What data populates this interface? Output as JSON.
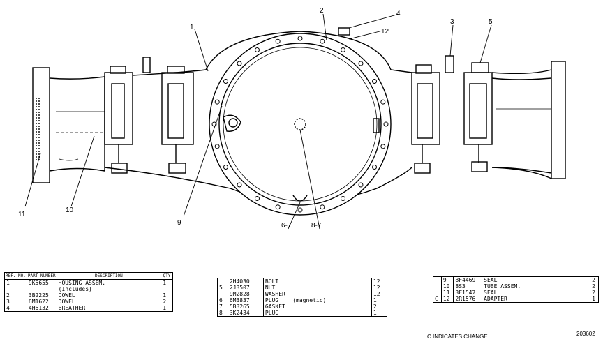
{
  "callouts": [
    {
      "label": "1"
    },
    {
      "label": "2"
    },
    {
      "label": "4"
    },
    {
      "label": "12"
    },
    {
      "label": "3"
    },
    {
      "label": "5"
    },
    {
      "label": "9"
    },
    {
      "label": "10"
    },
    {
      "label": "11"
    },
    {
      "label": "6-7"
    },
    {
      "label": "8-7"
    }
  ],
  "table1": {
    "headers": {
      "ref": "REF. NO.",
      "part": "PART NUMBER",
      "desc": "DESCRIPTION",
      "qty": "QTY"
    },
    "rows": [
      {
        "ref": "1",
        "part": "9K5655",
        "desc": "HOUSING ASSEM.",
        "qty": "1"
      },
      {
        "ref": "",
        "part": "",
        "desc": "(Includes)",
        "qty": ""
      },
      {
        "ref": "2",
        "part": "3B2225",
        "desc": "DOWEL",
        "qty": "1"
      },
      {
        "ref": "3",
        "part": "6M1622",
        "desc": "DOWEL",
        "qty": "2"
      },
      {
        "ref": "4",
        "part": "4H6132",
        "desc": "BREATHER",
        "qty": "1"
      }
    ]
  },
  "table2": {
    "rows": [
      {
        "ref": "",
        "part": "2H4030",
        "desc": "BOLT",
        "qty": "12"
      },
      {
        "ref": "5",
        "part": "2J3507",
        "desc": "NUT",
        "qty": "12"
      },
      {
        "ref": "",
        "part": "9M2828",
        "desc": "WASHER",
        "qty": "12"
      },
      {
        "ref": "6",
        "part": "6M3837",
        "desc": "PLUG",
        "note": "(magnetic)",
        "qty": "1"
      },
      {
        "ref": "7",
        "part": "5B3265",
        "desc": "GASKET",
        "qty": "2"
      },
      {
        "ref": "8",
        "part": "3K2434",
        "desc": "PLUG",
        "qty": "1"
      }
    ]
  },
  "table3": {
    "rows": [
      {
        "mark": "",
        "ref": "9",
        "part": "8F4469",
        "desc": "SEAL",
        "qty": "2"
      },
      {
        "mark": "",
        "ref": "10",
        "part": "8S3",
        "desc": "TUBE ASSEM.",
        "qty": "2"
      },
      {
        "mark": "",
        "ref": "11",
        "part": "3F1547",
        "desc": "SEAL",
        "qty": "2"
      },
      {
        "mark": "C",
        "ref": "12",
        "part": "2R1576",
        "desc": "ADAPTER",
        "qty": "1"
      }
    ]
  },
  "change_note": "C INDICATES CHANGE",
  "figure_number": "203602"
}
